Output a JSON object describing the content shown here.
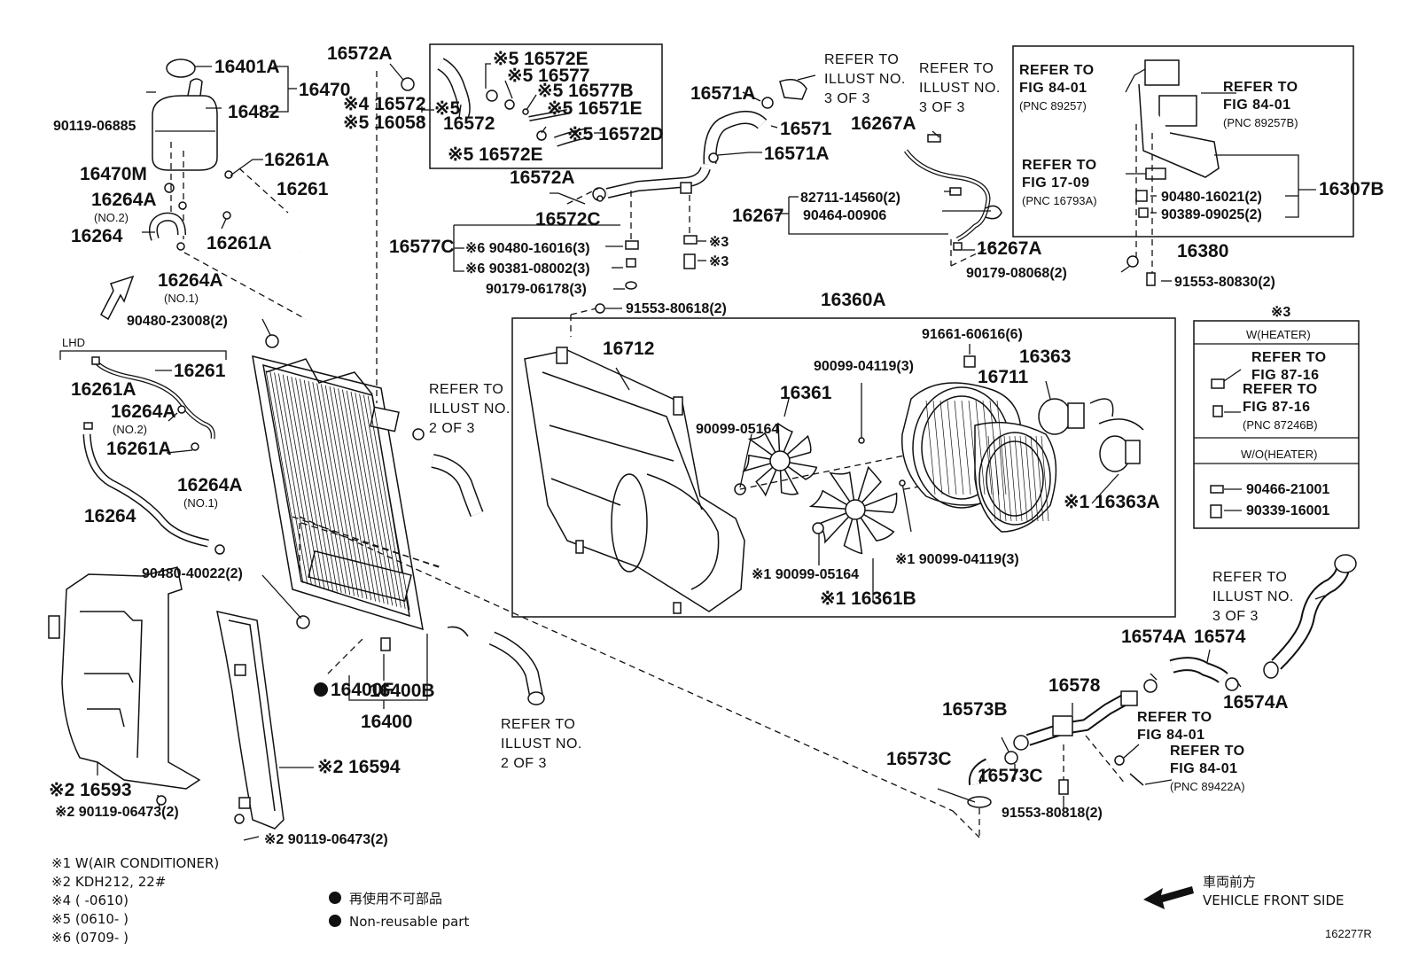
{
  "labels": {
    "p16401A": "16401A",
    "p16470": "16470",
    "p16482": "16482",
    "p9011906885": "90119-06885",
    "p16470M": "16470M",
    "p16261A_1": "16261A",
    "p16261_1": "16261",
    "p16264A_1": "16264A",
    "no2_1": "(NO.2)",
    "p16264_1": "16264",
    "p16261A_2": "16261A",
    "p16264A_2": "16264A",
    "no1_1": "(NO.1)",
    "p9048023008": "90480-23008(2)",
    "lhd": "LHD",
    "p16261_2": "16261",
    "p16261A_3": "16261A",
    "p16264A_3": "16264A",
    "no2_2": "(NO.2)",
    "p16261A_4": "16261A",
    "p16264A_4": "16264A",
    "no1_2": "(NO.1)",
    "p16264_2": "16264",
    "p9048040022": "90480-40022(2)",
    "p16572A_1": "16572A",
    "p16572_1": "※4 16572",
    "p16058": "※5 16058",
    "p16572E_1": "※5 16572E",
    "p16577": "※5 16577",
    "p16577B": "※5 16577B",
    "p16571E": "※5 16571E",
    "p16572D": "※5 16572D",
    "p16572E_2": "※5 16572E",
    "p16572_2": "16572",
    "m5a": "※5",
    "p16572A_2": "16572A",
    "p16572C": "16572C",
    "p16577C": "16577C",
    "p9048016016": "※6 90480-16016(3)",
    "p9038108002": "※6 90381-08002(3)",
    "p9017906178": "90179-06178(3)",
    "p16571A_1": "16571A",
    "p16571": "16571",
    "p16571A_2": "16571A",
    "p16267A_1": "16267A",
    "p8271114560": "82711-14560(2)",
    "p16267": "16267",
    "p9046400906": "90464-00906",
    "p16267A_2": "16267A",
    "m3a": "※3",
    "m3b": "※3",
    "p16307B": "16307B",
    "p9048016021": "90480-16021(2)",
    "p9038909025": "90389-09025(2)",
    "p16380": "16380",
    "p9017908068": "90179-08068(2)",
    "p9155380830": "91553-80830(2)",
    "p9155380618": "91553-80618(2)",
    "p16360A": "16360A",
    "p16712": "16712",
    "p9166160616": "91661-60616(6)",
    "p9009904119_1": "90099-04119(3)",
    "p16363": "16363",
    "p16711": "16711",
    "p16361": "16361",
    "p9009905164_1": "90099-05164",
    "p16363A": "※1 16363A",
    "p9009904119_2": "※1 90099-04119(3)",
    "p9009905164_2": "※1 90099-05164",
    "p16361B": "※1 16361B",
    "p16400F": "16400F",
    "p16400B": "16400B",
    "p16400": "16400",
    "p16594": "※2 16594",
    "p16593": "※2 16593",
    "p9011906473_1": "※2 90119-06473(2)",
    "p9011906473_2": "※2 90119-06473(2)",
    "p16574A_1": "16574A",
    "p16574": "16574",
    "p16574A_2": "16574A",
    "p16578": "16578",
    "p16573B": "16573B",
    "p16573C_1": "16573C",
    "p16573C_2": "16573C",
    "p9155380818": "91553-80818(2)",
    "p9046621001": "90466-21001",
    "p9033916001": "90339-16001",
    "heater_mark": "※3",
    "w_heater": "W(HEATER)",
    "wo_heater": "W/O(HEATER)",
    "diagram_id": "162277R"
  },
  "refs": {
    "r1": [
      "REFER TO",
      "ILLUST NO.",
      "3 OF 3"
    ],
    "r2": [
      "REFER TO",
      "ILLUST NO.",
      "3 OF 3"
    ],
    "r3": [
      "REFER TO",
      "FIG 84-01",
      "(PNC 89257)"
    ],
    "r4": [
      "REFER TO",
      "FIG 84-01",
      "(PNC 89257B)"
    ],
    "r5": [
      "REFER TO",
      "FIG 17-09",
      "(PNC 16793A)"
    ],
    "r6": [
      "REFER TO",
      "ILLUST NO.",
      "2 OF 3"
    ],
    "r7": [
      "REFER TO",
      "ILLUST NO.",
      "2 OF 3"
    ],
    "r8": [
      "REFER TO",
      "FIG 87-16"
    ],
    "r9": [
      "REFER TO",
      "FIG 87-16",
      "(PNC 87246B)"
    ],
    "r10": [
      "REFER TO",
      "ILLUST NO.",
      "3 OF 3"
    ],
    "r11": [
      "REFER TO",
      "FIG 84-01"
    ],
    "r12": [
      "REFER TO",
      "FIG 84-01",
      "(PNC 89422A)"
    ]
  },
  "notes": [
    "※1 W(AIR CONDITIONER)",
    "※2  KDH212, 22#",
    "※4  (        -0610)",
    "※5  (0610-        )",
    "※6  (0709-        )"
  ],
  "legend": {
    "jp": "再使用不可部品",
    "en": "Non-reusable part"
  },
  "direction": {
    "jp": "車両前方",
    "en": "VEHICLE FRONT SIDE"
  }
}
